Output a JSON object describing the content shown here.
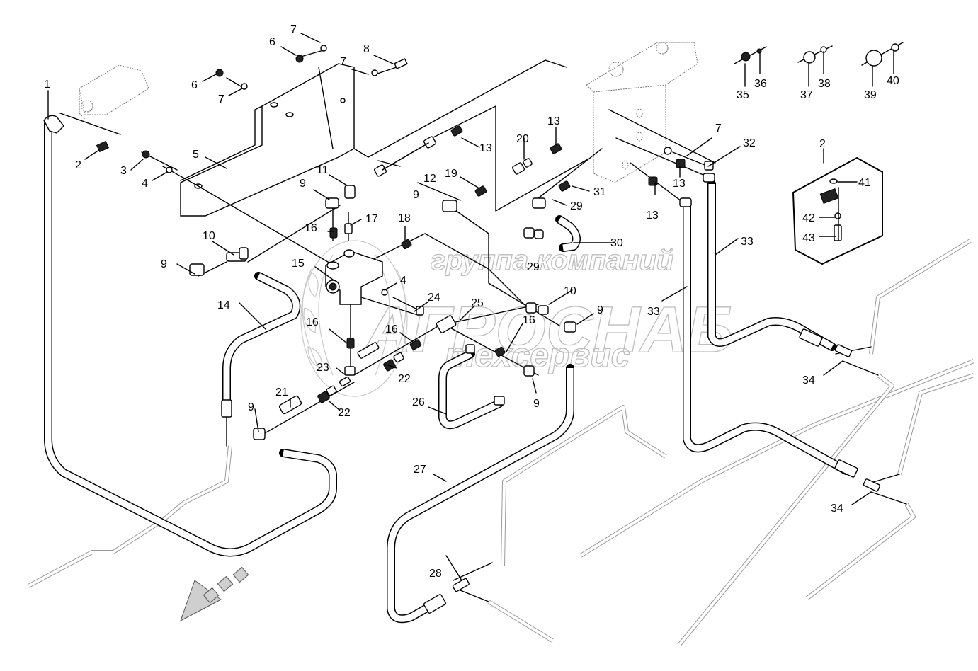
{
  "diagram": {
    "title": "Hydraulic lines assembly (parts diagram)",
    "watermark": {
      "line1": "группа компаний",
      "line2": "АГРОСНАБ",
      "line3": "техсервис"
    },
    "callouts": [
      {
        "id": "c1",
        "label": "1"
      },
      {
        "id": "c2a",
        "label": "2"
      },
      {
        "id": "c3",
        "label": "3"
      },
      {
        "id": "c4a",
        "label": "4"
      },
      {
        "id": "c5",
        "label": "5"
      },
      {
        "id": "c6a",
        "label": "6"
      },
      {
        "id": "c6b",
        "label": "6"
      },
      {
        "id": "c7a",
        "label": "7"
      },
      {
        "id": "c7b",
        "label": "7"
      },
      {
        "id": "c7c",
        "label": "7"
      },
      {
        "id": "c7d",
        "label": "7"
      },
      {
        "id": "c8",
        "label": "8"
      },
      {
        "id": "c9a",
        "label": "9"
      },
      {
        "id": "c9b",
        "label": "9"
      },
      {
        "id": "c9c",
        "label": "9"
      },
      {
        "id": "c9d",
        "label": "9"
      },
      {
        "id": "c9e",
        "label": "9"
      },
      {
        "id": "c9f",
        "label": "9"
      },
      {
        "id": "c10a",
        "label": "10"
      },
      {
        "id": "c10b",
        "label": "10"
      },
      {
        "id": "c11",
        "label": "11"
      },
      {
        "id": "c12",
        "label": "12"
      },
      {
        "id": "c13a",
        "label": "13"
      },
      {
        "id": "c13b",
        "label": "13"
      },
      {
        "id": "c13c",
        "label": "13"
      },
      {
        "id": "c13d",
        "label": "13"
      },
      {
        "id": "c14",
        "label": "14"
      },
      {
        "id": "c15",
        "label": "15"
      },
      {
        "id": "c16a",
        "label": "16"
      },
      {
        "id": "c16b",
        "label": "16"
      },
      {
        "id": "c16c",
        "label": "16"
      },
      {
        "id": "c16d",
        "label": "16"
      },
      {
        "id": "c17",
        "label": "17"
      },
      {
        "id": "c18",
        "label": "18"
      },
      {
        "id": "c19",
        "label": "19"
      },
      {
        "id": "c20",
        "label": "20"
      },
      {
        "id": "c21",
        "label": "21"
      },
      {
        "id": "c22a",
        "label": "22"
      },
      {
        "id": "c22b",
        "label": "22"
      },
      {
        "id": "c23",
        "label": "23"
      },
      {
        "id": "c4b",
        "label": "4"
      },
      {
        "id": "c24",
        "label": "24"
      },
      {
        "id": "c25",
        "label": "25"
      },
      {
        "id": "c26",
        "label": "26"
      },
      {
        "id": "c27",
        "label": "27"
      },
      {
        "id": "c28",
        "label": "28"
      },
      {
        "id": "c29a",
        "label": "29"
      },
      {
        "id": "c29b",
        "label": "29"
      },
      {
        "id": "c30",
        "label": "30"
      },
      {
        "id": "c31",
        "label": "31"
      },
      {
        "id": "c32",
        "label": "32"
      },
      {
        "id": "c33a",
        "label": "33"
      },
      {
        "id": "c33b",
        "label": "33"
      },
      {
        "id": "c34a",
        "label": "34"
      },
      {
        "id": "c34b",
        "label": "34"
      },
      {
        "id": "c35",
        "label": "35"
      },
      {
        "id": "c36",
        "label": "36"
      },
      {
        "id": "c37",
        "label": "37"
      },
      {
        "id": "c38",
        "label": "38"
      },
      {
        "id": "c39",
        "label": "39"
      },
      {
        "id": "c40",
        "label": "40"
      },
      {
        "id": "c2b",
        "label": "2"
      },
      {
        "id": "c41",
        "label": "41"
      },
      {
        "id": "c42",
        "label": "42"
      },
      {
        "id": "c43",
        "label": "43"
      }
    ]
  }
}
